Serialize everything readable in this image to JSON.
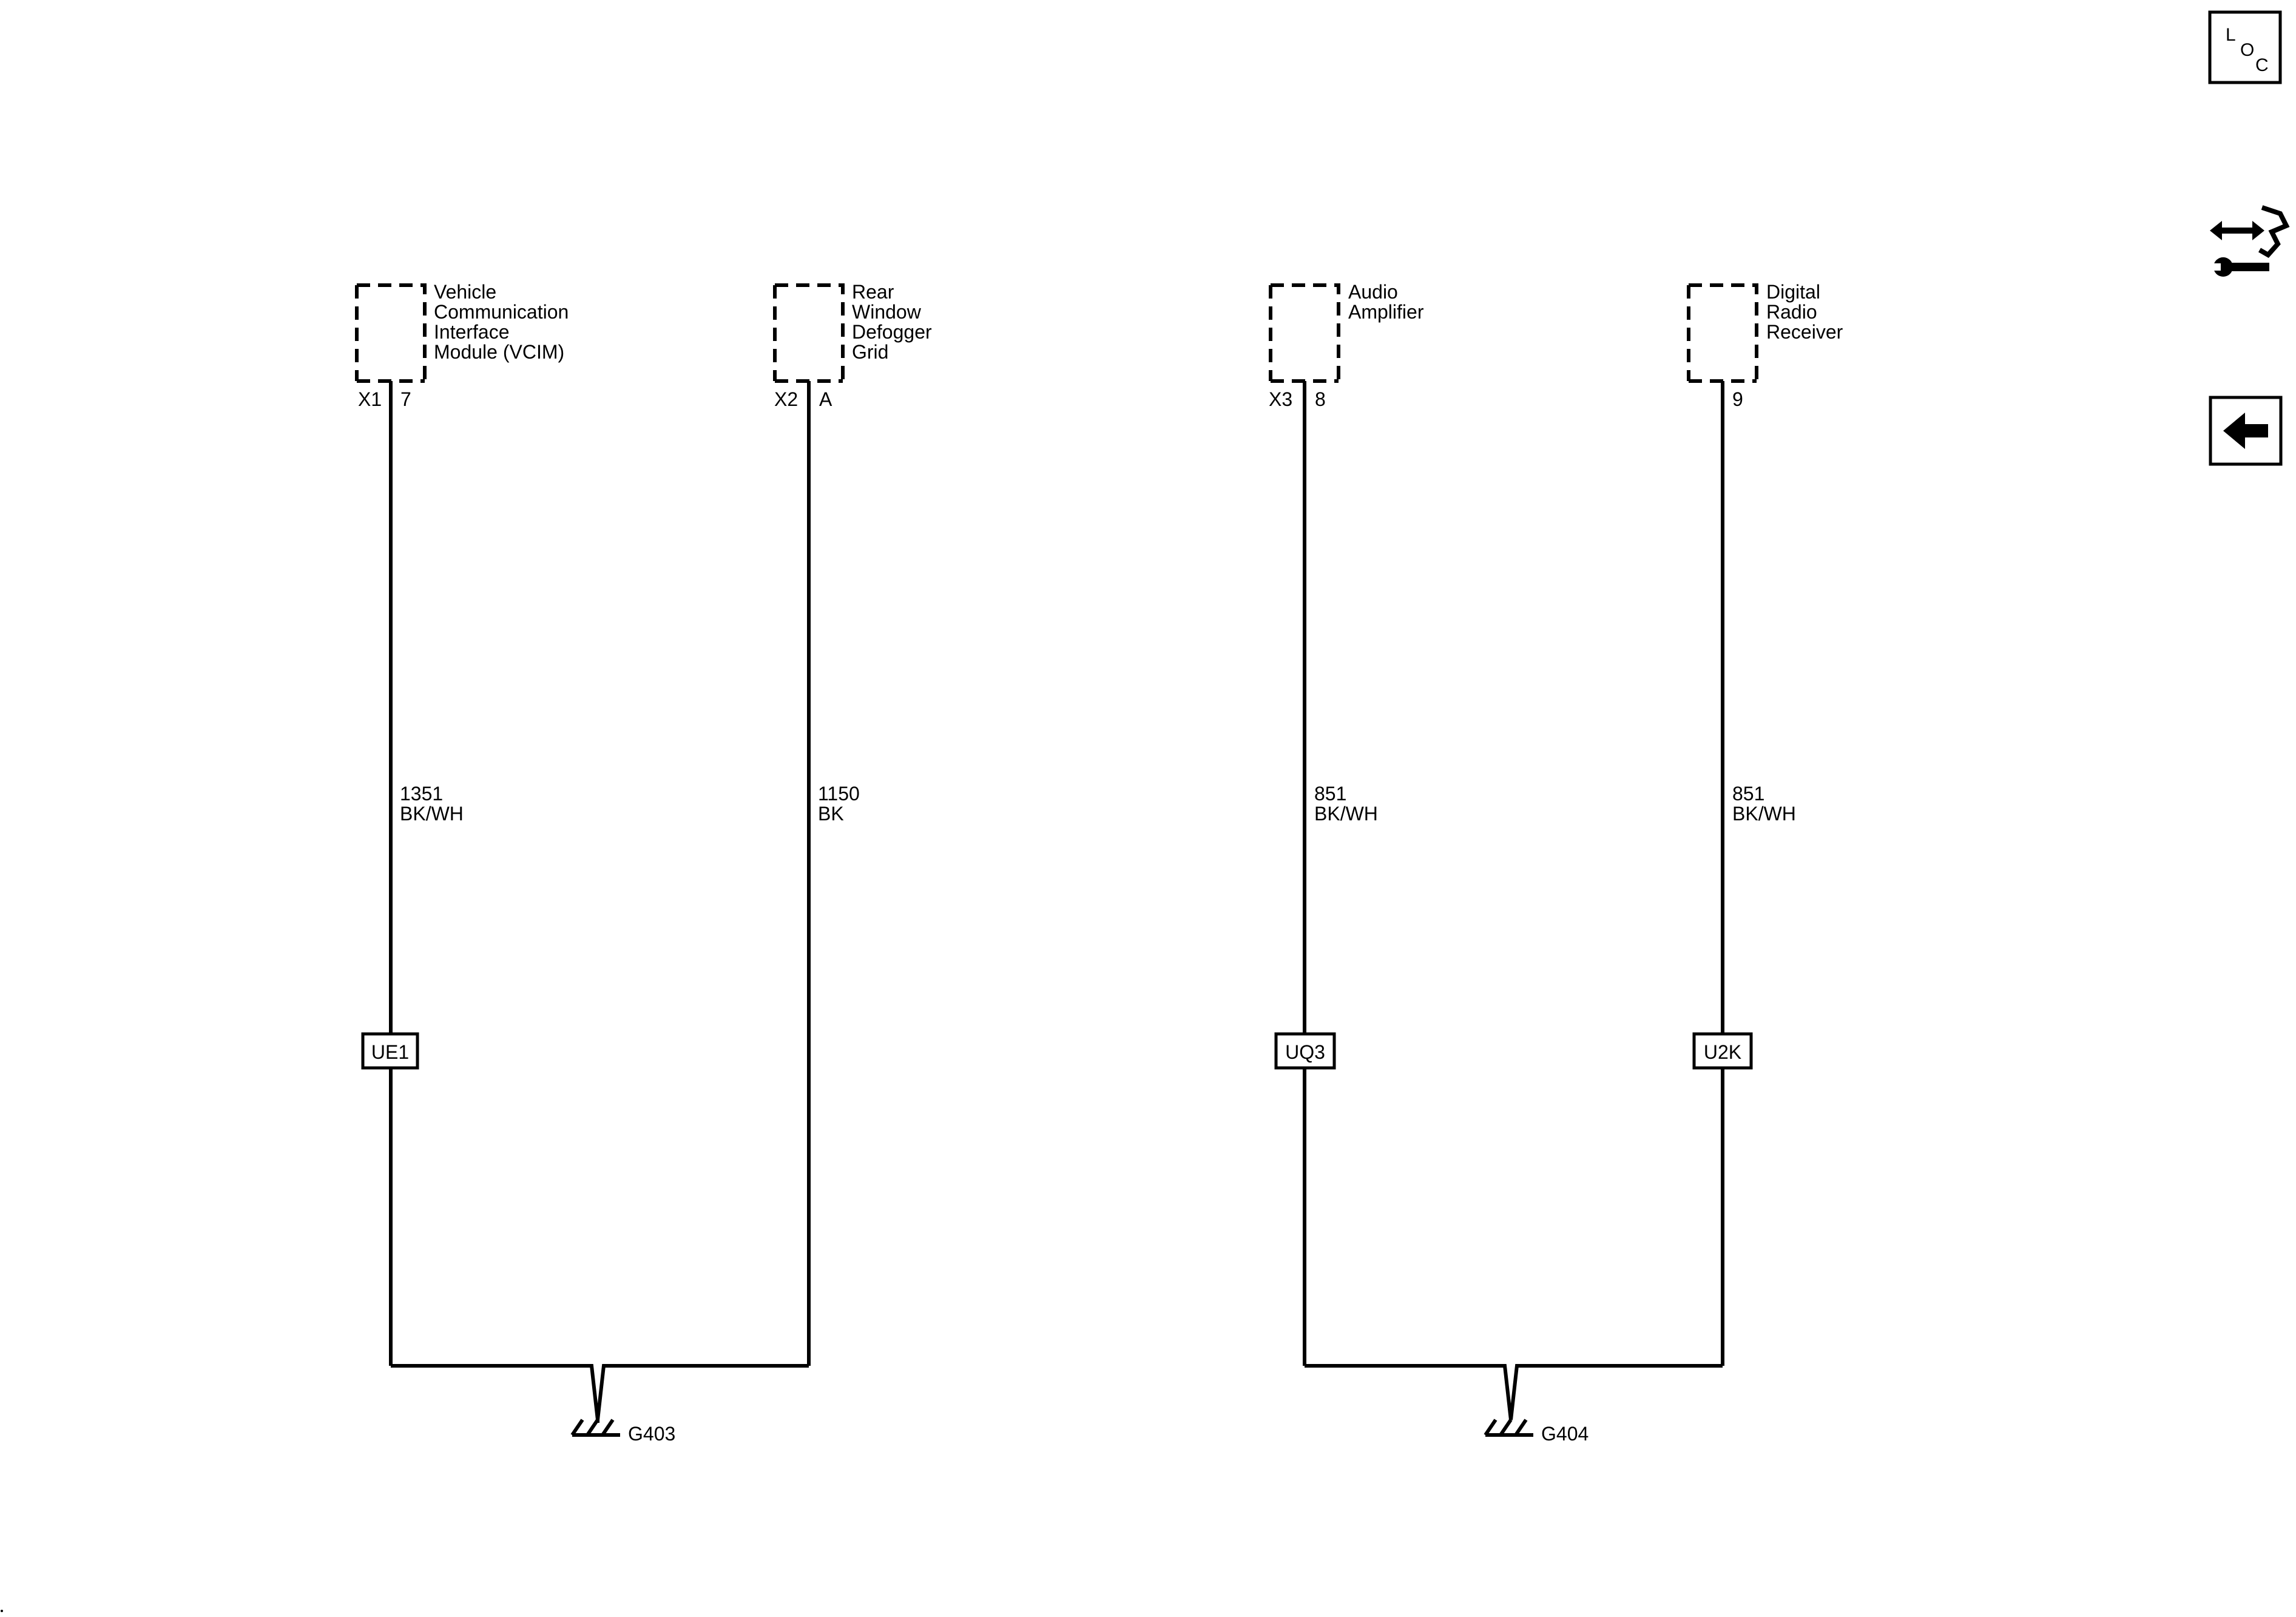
{
  "components": [
    {
      "name": "Vehicle Communication Interface Module (VCIM)",
      "lines": [
        "Vehicle",
        "Communication",
        "Interface",
        "Module (VCIM)"
      ],
      "connector": "X1",
      "pin": "7"
    },
    {
      "name": "Rear Window Defogger Grid",
      "lines": [
        "Rear",
        "Window",
        "Defogger",
        "Grid"
      ],
      "connector": "X2",
      "pin": "A"
    },
    {
      "name": "Audio Amplifier",
      "lines": [
        "Audio",
        "Amplifier"
      ],
      "connector": "X3",
      "pin": "8"
    },
    {
      "name": "Digital Radio Receiver",
      "lines": [
        "Digital",
        "Radio",
        "Receiver"
      ],
      "connector": "",
      "pin": "9"
    }
  ],
  "wires": [
    {
      "circuit": "1351",
      "color": "BK/WH"
    },
    {
      "circuit": "1150",
      "color": "BK"
    },
    {
      "circuit": "851",
      "color": "BK/WH"
    },
    {
      "circuit": "851",
      "color": "BK/WH"
    }
  ],
  "splices": [
    "UE1",
    "UQ3",
    "U2K"
  ],
  "grounds": [
    "G403",
    "G404"
  ],
  "nav": {
    "loc": {
      "l": "L",
      "o": "O",
      "c": "C",
      "icon": "loc-icon"
    },
    "schematic_icon": "schematic-wrench-icon",
    "back_icon": "back-arrow-icon"
  }
}
